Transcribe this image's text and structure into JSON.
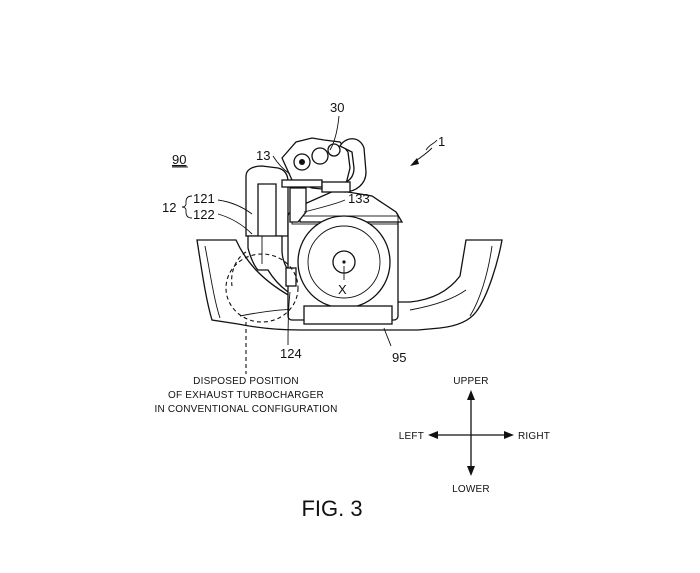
{
  "figure": {
    "caption": "FIG. 3",
    "labels": {
      "engine": "1",
      "turbo": "30",
      "vehicle": "90",
      "part_13": "13",
      "group_12": "12",
      "part_121": "121",
      "part_122": "122",
      "part_133": "133",
      "part_124": "124",
      "frame": "95",
      "axis": "X"
    },
    "note_lines": [
      "DISPOSED POSITION",
      "OF EXHAUST TURBOCHARGER",
      "IN CONVENTIONAL CONFIGURATION"
    ],
    "directions": {
      "upper": "UPPER",
      "lower": "LOWER",
      "left": "LEFT",
      "right": "RIGHT"
    }
  }
}
